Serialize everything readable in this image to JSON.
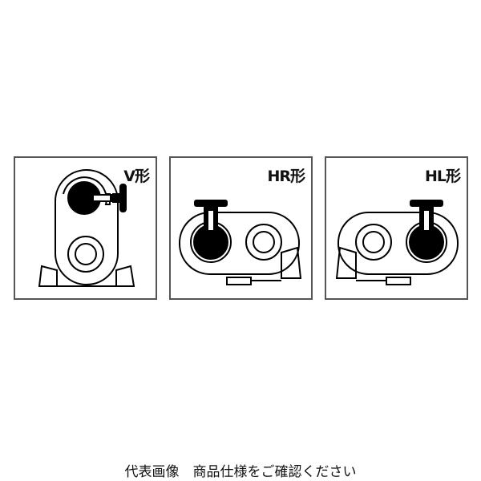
{
  "panels": [
    {
      "label": "V形"
    },
    {
      "label": "HR形"
    },
    {
      "label": "HL形"
    }
  ],
  "caption": "代表画像　商品仕様をご確認ください"
}
